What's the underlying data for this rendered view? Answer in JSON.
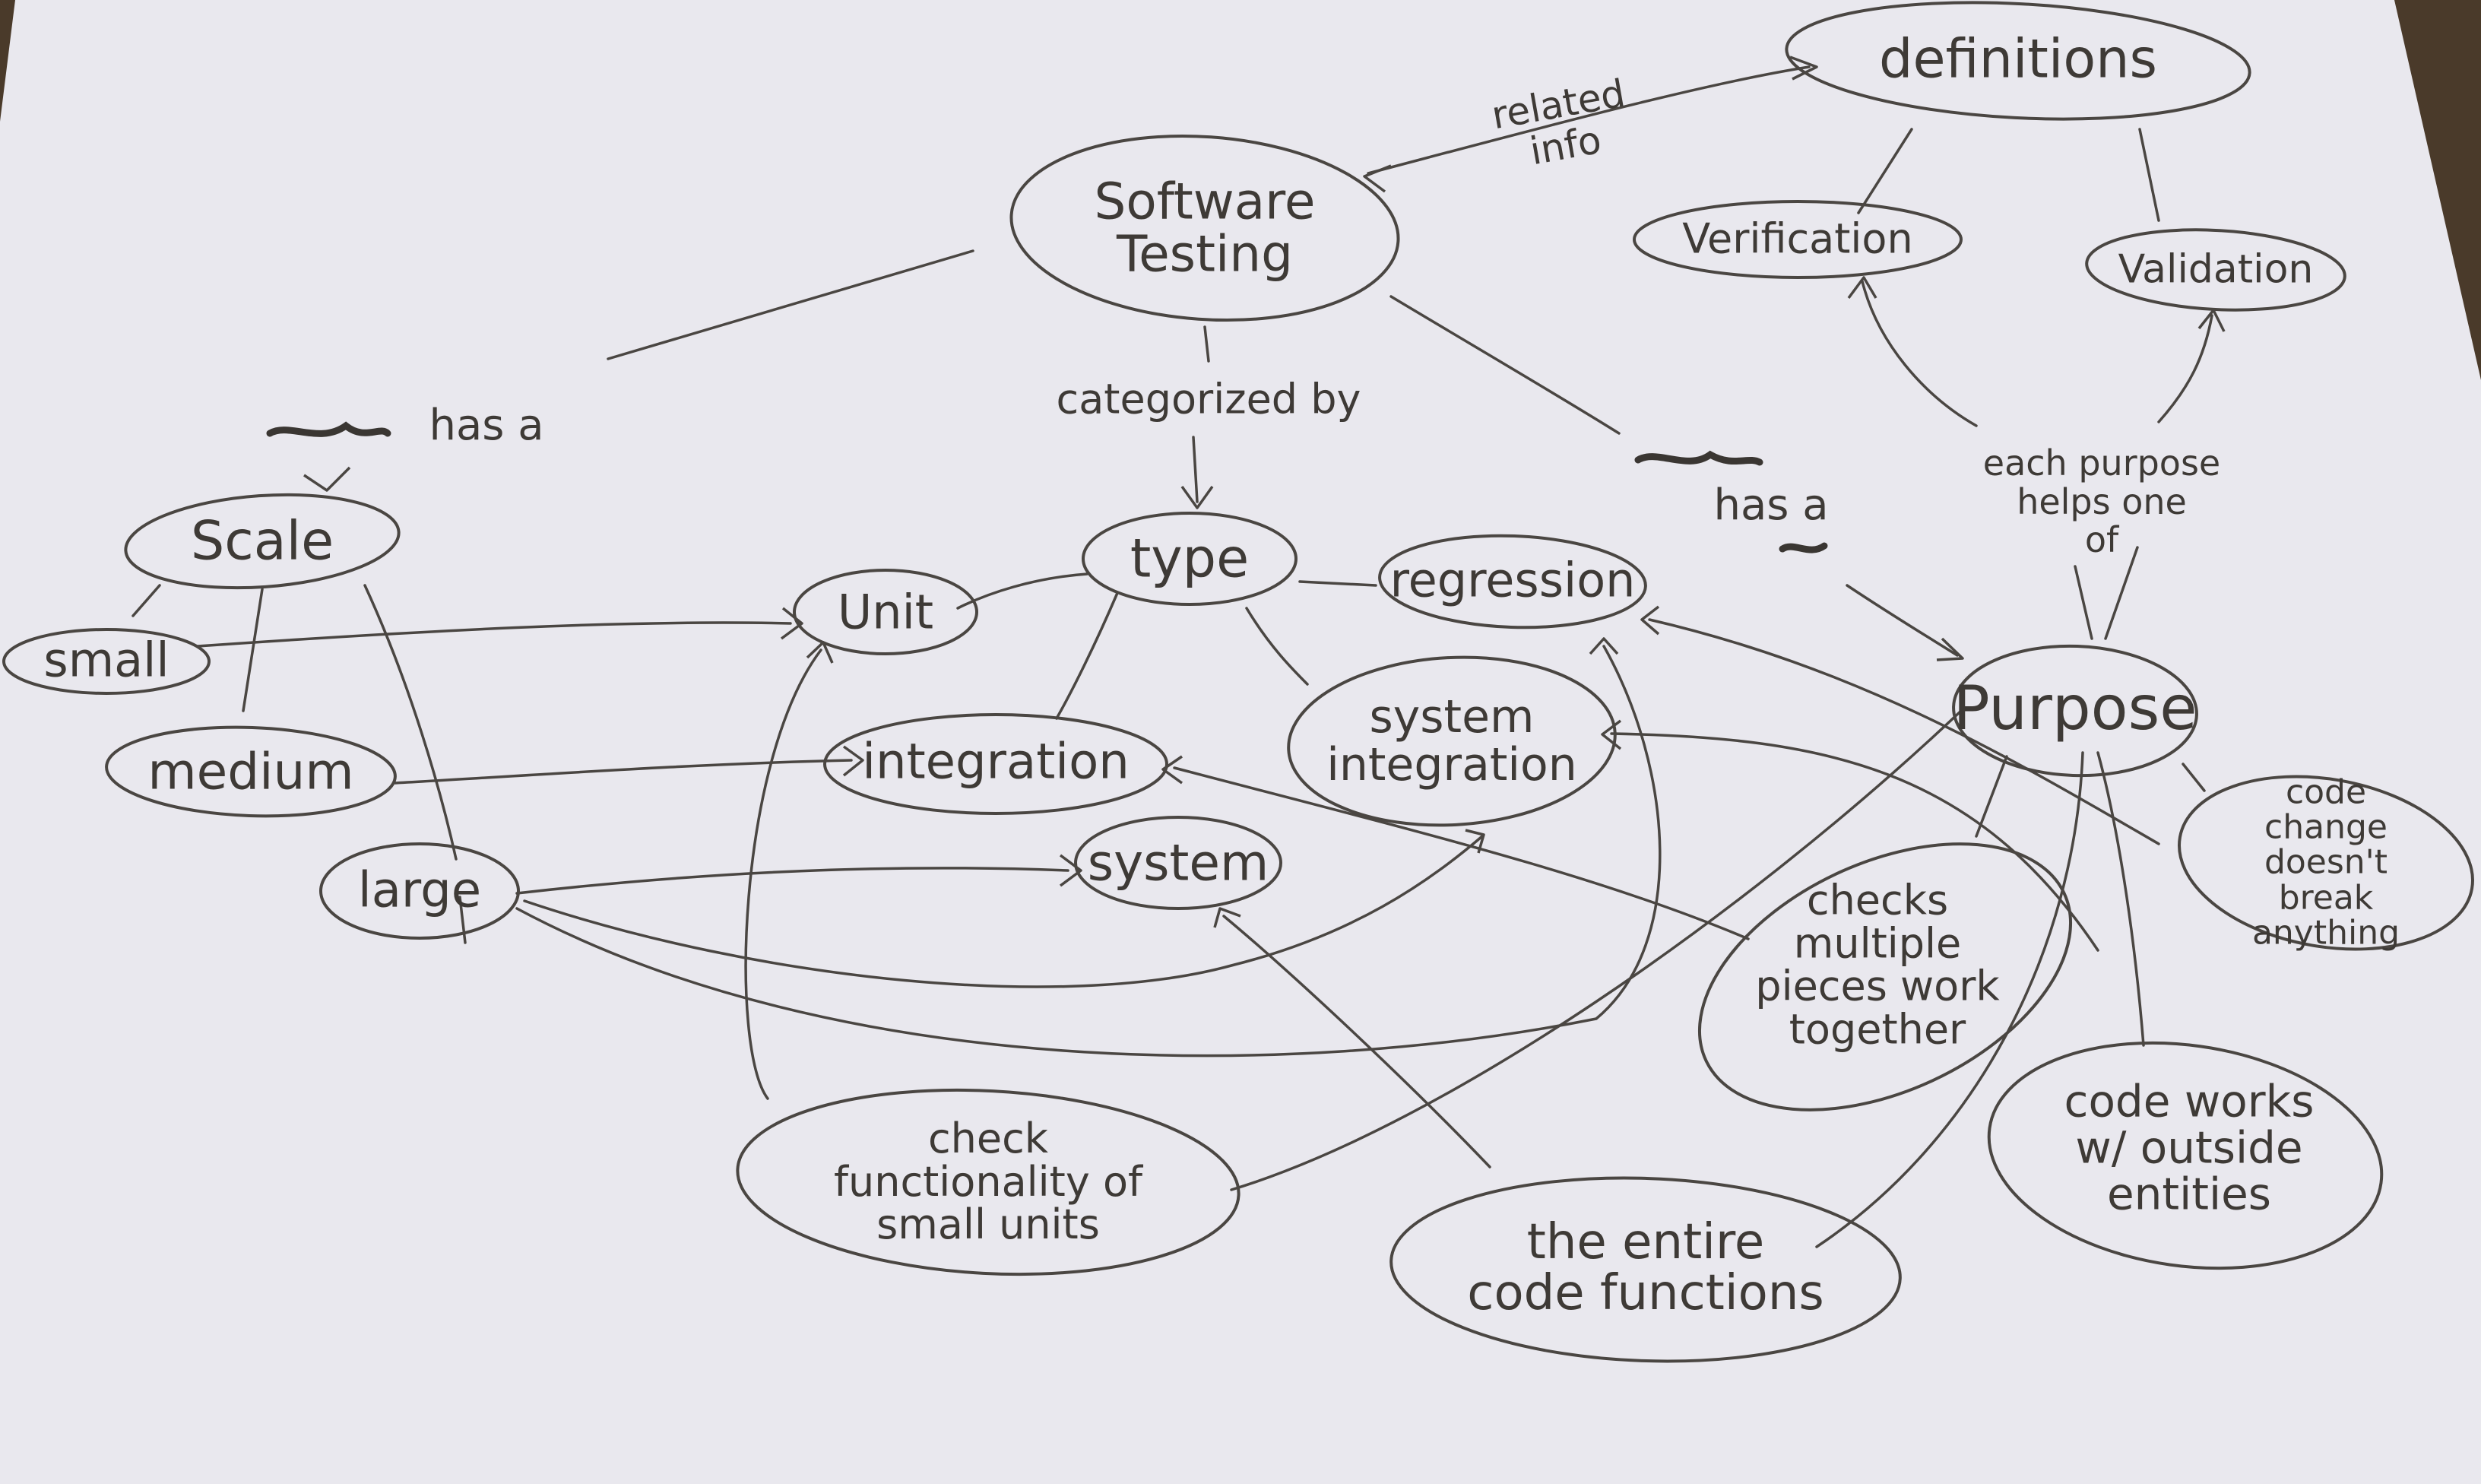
{
  "colors": {
    "paper": "#e9e8ee",
    "ink": "#4a4642",
    "background": "#4a3a2a"
  },
  "nodes": {
    "software_testing": "Software\nTesting",
    "definitions": "definitions",
    "verification": "Verification",
    "validation": "Validation",
    "scale": "Scale",
    "type": "type",
    "purpose": "Purpose",
    "small": "small",
    "medium": "medium",
    "large": "large",
    "unit": "Unit",
    "integration": "integration",
    "system": "system",
    "regression": "regression",
    "system_integration": "system\nintegration",
    "check_functionality": "check\nfunctionality of\nsmall units",
    "entire_code": "the entire\ncode functions",
    "checks_multiple": "checks\nmultiple\npieces work\ntogether",
    "code_works": "code works\nw/ outside\nentities",
    "code_change": "code change\ndoesn't\nbreak anything"
  },
  "edge_labels": {
    "related_info": "related\ninfo",
    "has_a_left": "has a",
    "categorized_by": "categorized by",
    "has_a_right": "has  a",
    "each_purpose": "each purpose\nhelps one\nof"
  }
}
